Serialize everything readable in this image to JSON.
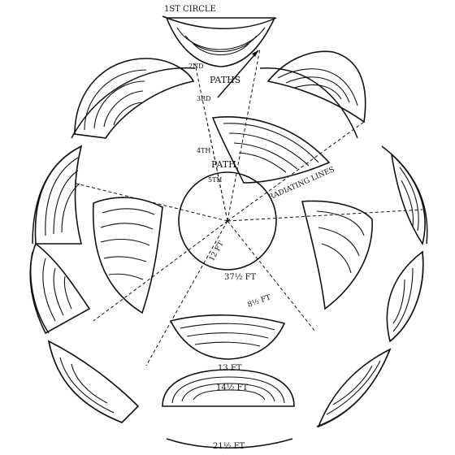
{
  "diagram": {
    "colors": {
      "ink": "#111111",
      "paper": "#ffffff"
    },
    "labels": {
      "first_circle": "1ST CIRCLE",
      "second": "2ND",
      "paths": "PATHS",
      "third": "3RD",
      "fourth": "4TH",
      "path": "PATH",
      "fifth": "5TH",
      "radiating_lines": "RADIATING LINES",
      "twelve_ft": "12 FT",
      "thirty_seven_half_ft": "37½ FT",
      "eight_half_ft": "8½ FT",
      "thirteen_ft": "13 FT",
      "fourteen_half_ft": "14½ FT",
      "twenty_one_half_ft": "21½ FT"
    }
  }
}
